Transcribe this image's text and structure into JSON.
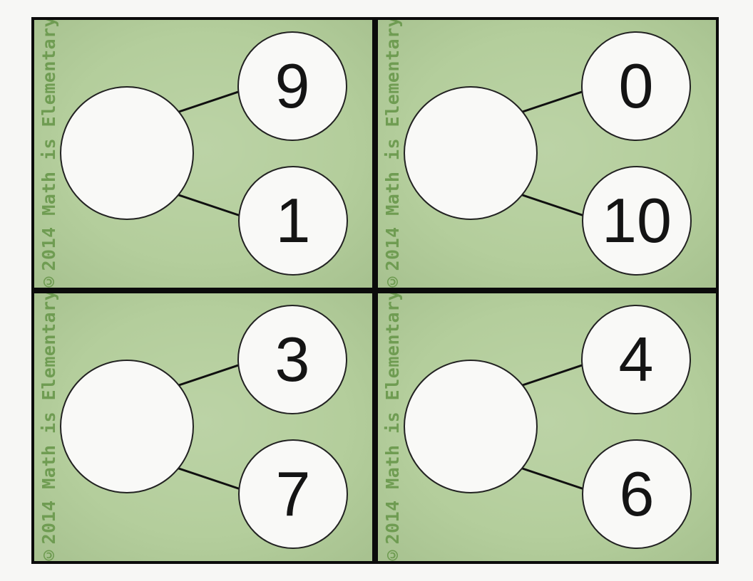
{
  "watermark": "©2014 Math is Elementary",
  "colors": {
    "page_bg": "#f7f7f5",
    "card_bg": "#b4ce9c",
    "card_border": "#0b0b0b",
    "circle_fill": "#f9f9f7",
    "circle_stroke": "#222222",
    "line": "#101010",
    "watermark_color": "#6f9c52",
    "number_color": "#141414"
  },
  "cards": [
    {
      "position": "top-left",
      "whole": "",
      "part_top": "9",
      "part_bottom": "1"
    },
    {
      "position": "top-right",
      "whole": "",
      "part_top": "0",
      "part_bottom": "10"
    },
    {
      "position": "bottom-left",
      "whole": "",
      "part_top": "3",
      "part_bottom": "7"
    },
    {
      "position": "bottom-right",
      "whole": "",
      "part_top": "4",
      "part_bottom": "6"
    }
  ]
}
